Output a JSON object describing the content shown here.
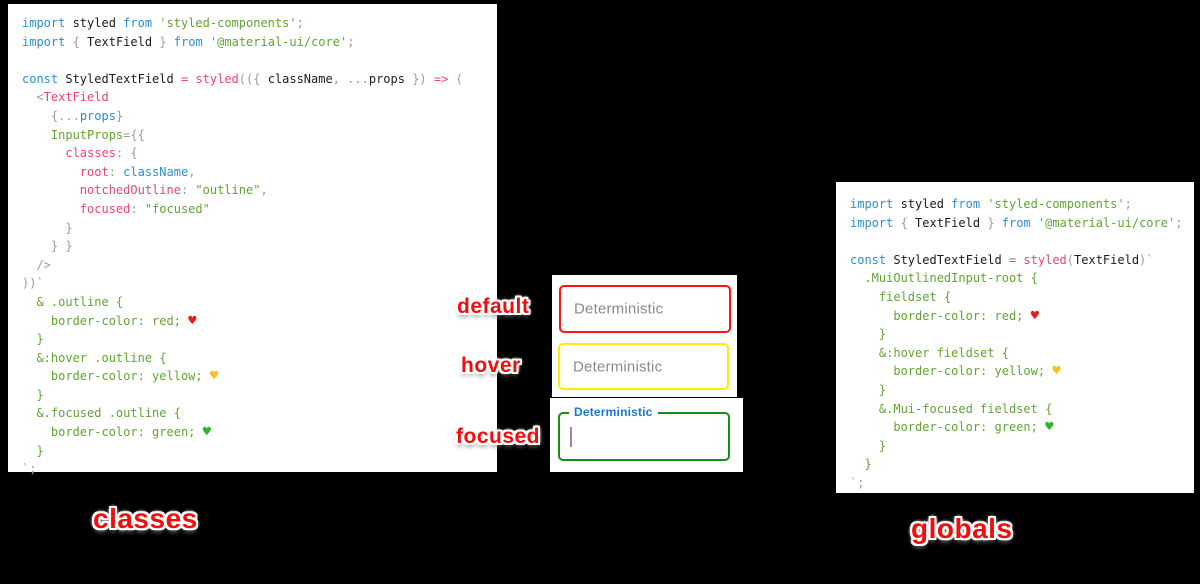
{
  "background": "#000000",
  "colors": {
    "keyword_blue": "#2d8fd0",
    "function_pink": "#e8437a",
    "string_green": "#61a532",
    "punctuation_gray": "#9b9b9b",
    "text_black": "#1c1c1c",
    "label_red": "#f20d0d",
    "mui_label_blue": "#1976d2",
    "border_default": "#ff1414",
    "border_hover": "#ffec00",
    "border_focused": "#149114",
    "heart_red": "#e02020",
    "heart_yellow": "#f6c21c",
    "heart_green": "#2fb52f"
  },
  "captions": {
    "classes": "classes",
    "globals": "globals"
  },
  "textfields": {
    "default": {
      "state_label": "default",
      "placeholder": "Deterministic"
    },
    "hover": {
      "state_label": "hover",
      "placeholder": "Deterministic"
    },
    "focused": {
      "state_label": "focused",
      "label": "Deterministic"
    }
  },
  "panels": {
    "classes": {
      "lines": [
        [
          {
            "t": "import",
            "c": "kw"
          },
          {
            "t": " styled ",
            "c": "id"
          },
          {
            "t": "from",
            "c": "kw"
          },
          {
            "t": " ",
            "c": "id"
          },
          {
            "t": "'styled-components'",
            "c": "str"
          },
          {
            "t": ";",
            "c": "pun"
          }
        ],
        [
          {
            "t": "import",
            "c": "kw"
          },
          {
            "t": " ",
            "c": "id"
          },
          {
            "t": "{",
            "c": "pun"
          },
          {
            "t": " TextField ",
            "c": "id"
          },
          {
            "t": "}",
            "c": "pun"
          },
          {
            "t": " ",
            "c": "id"
          },
          {
            "t": "from",
            "c": "kw"
          },
          {
            "t": " ",
            "c": "id"
          },
          {
            "t": "'@material-ui/core'",
            "c": "str"
          },
          {
            "t": ";",
            "c": "pun"
          }
        ],
        [],
        [
          {
            "t": "const",
            "c": "kw"
          },
          {
            "t": " StyledTextField ",
            "c": "id"
          },
          {
            "t": "=",
            "c": "op"
          },
          {
            "t": " ",
            "c": "id"
          },
          {
            "t": "styled",
            "c": "fn"
          },
          {
            "t": "(({ ",
            "c": "pun"
          },
          {
            "t": "className",
            "c": "id"
          },
          {
            "t": ", ",
            "c": "pun"
          },
          {
            "t": "...",
            "c": "pun"
          },
          {
            "t": "props",
            "c": "id"
          },
          {
            "t": " }) ",
            "c": "pun"
          },
          {
            "t": "=>",
            "c": "op"
          },
          {
            "t": " (",
            "c": "pun"
          }
        ],
        [
          {
            "t": "  <",
            "c": "pun"
          },
          {
            "t": "TextField",
            "c": "fn"
          }
        ],
        [
          {
            "t": "    {",
            "c": "pun"
          },
          {
            "t": "...",
            "c": "pun"
          },
          {
            "t": "props",
            "c": "kw"
          },
          {
            "t": "}",
            "c": "pun"
          }
        ],
        [
          {
            "t": "    ",
            "c": "id"
          },
          {
            "t": "InputProps",
            "c": "str"
          },
          {
            "t": "={{",
            "c": "pun"
          }
        ],
        [
          {
            "t": "      ",
            "c": "id"
          },
          {
            "t": "classes",
            "c": "fn"
          },
          {
            "t": ": {",
            "c": "pun"
          }
        ],
        [
          {
            "t": "        ",
            "c": "id"
          },
          {
            "t": "root",
            "c": "fn"
          },
          {
            "t": ": ",
            "c": "pun"
          },
          {
            "t": "className",
            "c": "kw"
          },
          {
            "t": ",",
            "c": "pun"
          }
        ],
        [
          {
            "t": "        ",
            "c": "id"
          },
          {
            "t": "notchedOutline",
            "c": "fn"
          },
          {
            "t": ": ",
            "c": "pun"
          },
          {
            "t": "\"outline\"",
            "c": "str"
          },
          {
            "t": ",",
            "c": "pun"
          }
        ],
        [
          {
            "t": "        ",
            "c": "id"
          },
          {
            "t": "focused",
            "c": "fn"
          },
          {
            "t": ": ",
            "c": "pun"
          },
          {
            "t": "\"focused\"",
            "c": "str"
          }
        ],
        [
          {
            "t": "      }",
            "c": "pun"
          }
        ],
        [
          {
            "t": "    } }",
            "c": "pun"
          }
        ],
        [
          {
            "t": "  />",
            "c": "pun"
          }
        ],
        [
          {
            "t": "))`",
            "c": "pun"
          }
        ],
        [
          {
            "t": "  & .outline {",
            "c": "css"
          }
        ],
        [
          {
            "t": "    border-color: red; ",
            "c": "css"
          },
          {
            "t": "♥",
            "c": "hr"
          }
        ],
        [
          {
            "t": "  }",
            "c": "css"
          }
        ],
        [
          {
            "t": "  &:hover .outline {",
            "c": "css"
          }
        ],
        [
          {
            "t": "    border-color: yellow; ",
            "c": "css"
          },
          {
            "t": "♥",
            "c": "hy"
          }
        ],
        [
          {
            "t": "  }",
            "c": "css"
          }
        ],
        [
          {
            "t": "  &.focused .outline {",
            "c": "css"
          }
        ],
        [
          {
            "t": "    border-color: green; ",
            "c": "css"
          },
          {
            "t": "♥",
            "c": "hg"
          }
        ],
        [
          {
            "t": "  }",
            "c": "css"
          }
        ],
        [
          {
            "t": "`;",
            "c": "pun"
          }
        ]
      ]
    },
    "globals": {
      "lines": [
        [
          {
            "t": "import",
            "c": "kw"
          },
          {
            "t": " styled ",
            "c": "id"
          },
          {
            "t": "from",
            "c": "kw"
          },
          {
            "t": " ",
            "c": "id"
          },
          {
            "t": "'styled-components'",
            "c": "str"
          },
          {
            "t": ";",
            "c": "pun"
          }
        ],
        [
          {
            "t": "import",
            "c": "kw"
          },
          {
            "t": " ",
            "c": "id"
          },
          {
            "t": "{",
            "c": "pun"
          },
          {
            "t": " TextField ",
            "c": "id"
          },
          {
            "t": "}",
            "c": "pun"
          },
          {
            "t": " ",
            "c": "id"
          },
          {
            "t": "from",
            "c": "kw"
          },
          {
            "t": " ",
            "c": "id"
          },
          {
            "t": "'@material-ui/core'",
            "c": "str"
          },
          {
            "t": ";",
            "c": "pun"
          }
        ],
        [],
        [
          {
            "t": "const",
            "c": "kw"
          },
          {
            "t": " StyledTextField ",
            "c": "id"
          },
          {
            "t": "=",
            "c": "op"
          },
          {
            "t": " ",
            "c": "id"
          },
          {
            "t": "styled",
            "c": "fn"
          },
          {
            "t": "(",
            "c": "pun"
          },
          {
            "t": "TextField",
            "c": "id"
          },
          {
            "t": ")`",
            "c": "pun"
          }
        ],
        [
          {
            "t": "  .MuiOutlinedInput-root {",
            "c": "css"
          }
        ],
        [
          {
            "t": "    fieldset {",
            "c": "css"
          }
        ],
        [
          {
            "t": "      border-color: red; ",
            "c": "css"
          },
          {
            "t": "♥",
            "c": "hr"
          }
        ],
        [
          {
            "t": "    }",
            "c": "css"
          }
        ],
        [
          {
            "t": "    &:hover fieldset {",
            "c": "css"
          }
        ],
        [
          {
            "t": "      border-color: yellow; ",
            "c": "css"
          },
          {
            "t": "♥",
            "c": "hy"
          }
        ],
        [
          {
            "t": "    }",
            "c": "css"
          }
        ],
        [
          {
            "t": "    &.Mui-focused fieldset {",
            "c": "css"
          }
        ],
        [
          {
            "t": "      border-color: green; ",
            "c": "css"
          },
          {
            "t": "♥",
            "c": "hg"
          }
        ],
        [
          {
            "t": "    }",
            "c": "css"
          }
        ],
        [
          {
            "t": "  }",
            "c": "css"
          }
        ],
        [
          {
            "t": "`;",
            "c": "pun"
          }
        ]
      ]
    }
  }
}
